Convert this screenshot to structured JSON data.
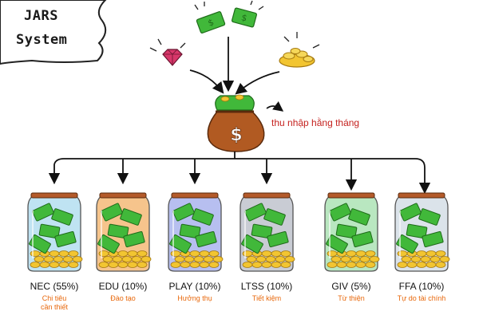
{
  "title": {
    "line1": "JARS",
    "line2": "System"
  },
  "income_label": "thu nhập hằng tháng",
  "jars": [
    {
      "code": "NEC (55%)",
      "desc_lines": [
        "Chi tiêu",
        "cần thiết"
      ],
      "tint": "#bfe3f2"
    },
    {
      "code": "EDU (10%)",
      "desc_lines": [
        "Đào tạo"
      ],
      "tint": "#f6c48c"
    },
    {
      "code": "PLAY (10%)",
      "desc_lines": [
        "Hưởng thụ"
      ],
      "tint": "#b7bff0"
    },
    {
      "code": "LTSS (10%)",
      "desc_lines": [
        "Tiết kiệm"
      ],
      "tint": "#c9ccd4"
    },
    {
      "code": "GIV (5%)",
      "desc_lines": [
        "Từ thiện"
      ],
      "tint": "#b9e7c0"
    },
    {
      "code": "FFA (10%)",
      "desc_lines": [
        "Tự do tài chính"
      ],
      "tint": "#dbe3ea"
    }
  ],
  "colors": {
    "money_green": "#41b83a",
    "coin_gold": "#f2c531",
    "bag_brown": "#b15a22",
    "lid_brown": "#b45a2a",
    "label_red": "#c5221f",
    "desc_orange": "#e8680c"
  }
}
